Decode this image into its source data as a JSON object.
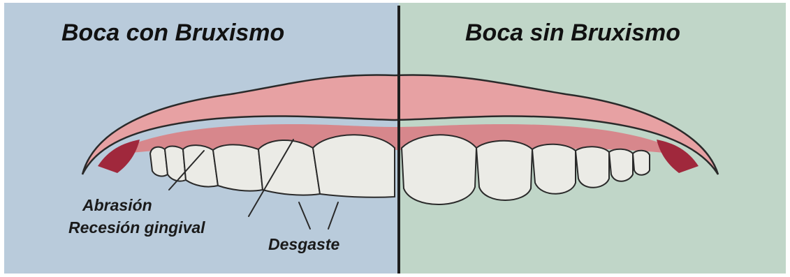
{
  "left_panel": {
    "title": "Boca con Bruxismo",
    "background": "#b9cbdb"
  },
  "right_panel": {
    "title": "Boca sin Bruxismo",
    "background": "#c0d6c8"
  },
  "labels": {
    "abrasion": "Abrasión",
    "recession": "Recesión gingival",
    "wear": "Desgaste"
  },
  "colors": {
    "lip": "#e7a1a3",
    "gum": "#d7878c",
    "gum_dark": "#c06e76",
    "mouth_corner": "#a0283c",
    "tooth": "#ebebe6",
    "outline": "#2a2a2a",
    "divider": "#1e1e1e"
  }
}
